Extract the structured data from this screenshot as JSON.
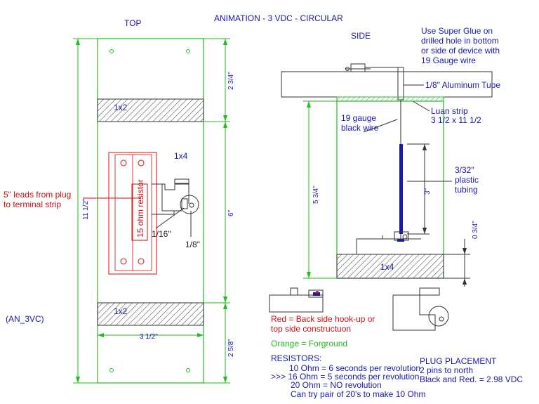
{
  "title": "ANIMATION - 3 VDC - CIRCULAR",
  "views": {
    "top": "TOP",
    "side": "SIDE"
  },
  "id_label": "(AN_3VC)",
  "top_view": {
    "block_upper": "1x2",
    "block_lower": "1x2",
    "block_middle": "1x4",
    "resistor": "15 ohm resistor",
    "leads_note": [
      "5\" leads from plug",
      "to terminal strip"
    ],
    "dim_1_16": "1/16\"",
    "dim_1_8": "1/8\"",
    "dim_overall": "11 1/2\"",
    "dim_top": "2 3/4\"",
    "dim_middle": "6\"",
    "dim_bottom": "2 5/8\"",
    "dim_width": "3 1/2\""
  },
  "side_view": {
    "glue_note": [
      "Use Super Glue on",
      "drilled hole in bottom",
      "or side of device with",
      "19 Gauge wire"
    ],
    "tube_note": "1/8\" Aluminum Tube",
    "luan_note": [
      "Luan strip",
      "3 1/2 x 11 1/2"
    ],
    "wire_note": [
      "19 gauge",
      "black  wire"
    ],
    "tubing_note": [
      "3/32\"",
      "plastic",
      "tubing"
    ],
    "dim_height": "5 3/4\"",
    "dim_tubing": "3\"",
    "dim_base": "0 3/4\"",
    "block_base": "1x4"
  },
  "legend": {
    "red_note": [
      "Red = Back side hook-up or",
      "top side constructuon"
    ],
    "orange_note": "Orange = Forground"
  },
  "resistors": {
    "heading": "RESISTORS:",
    "lines": [
      "10 Ohm = 6 seconds per revolution",
      ">>> 16 Ohm = 5 seconds per revolution",
      "20 Ohm = NO revolution",
      "Can try pair of 20's to make 10 Ohm"
    ]
  },
  "plug": {
    "heading": "PLUG PLACEMENT",
    "lines": [
      "2 pins to north",
      "Black and Red. = 2.98 VDC"
    ]
  },
  "colors": {
    "outline_green": "#22bb22",
    "text_blue": "#1a1aa6",
    "red": "#cc1111",
    "tube_blue": "#1a1aa6"
  }
}
